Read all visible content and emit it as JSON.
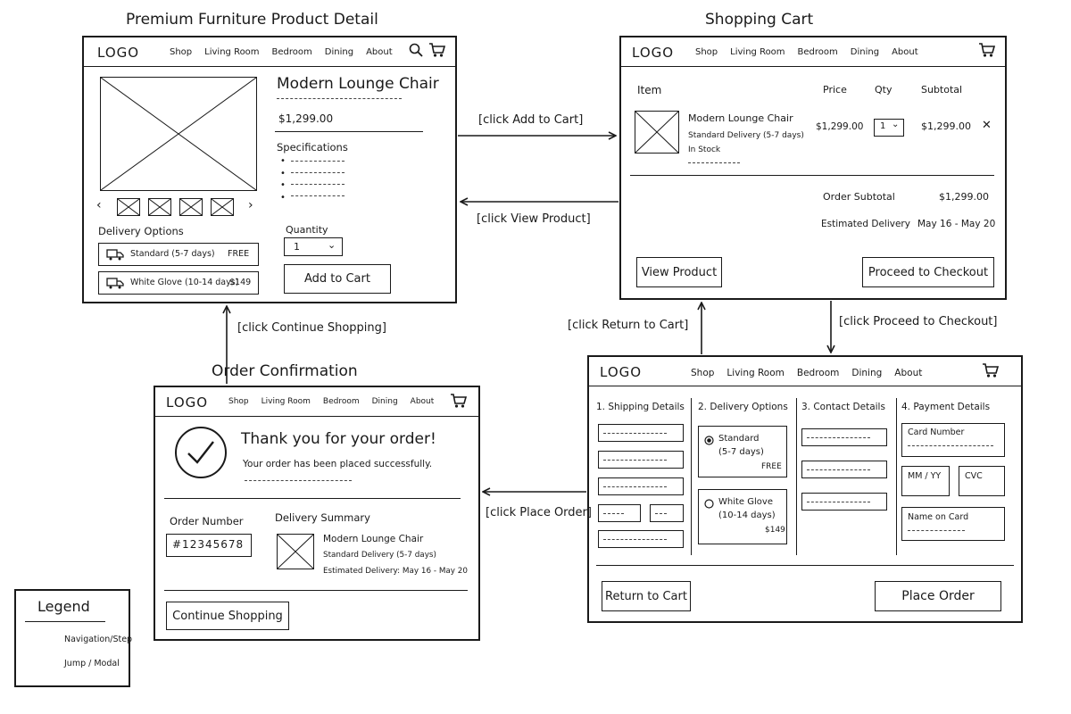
{
  "nav": {
    "logo": "LOGO",
    "links": [
      "Shop",
      "Living Room",
      "Bedroom",
      "Dining",
      "About"
    ]
  },
  "product": {
    "title": "Premium Furniture Product Detail",
    "name": "Modern Lounge Chair",
    "price": "$1,299.00",
    "specs_heading": "Specifications",
    "delivery_heading": "Delivery Options",
    "delivery_options": [
      {
        "label": "Standard (5-7 days)",
        "price": "FREE"
      },
      {
        "label": "White Glove (10-14 days)",
        "price": "$149"
      }
    ],
    "quantity_label": "Quantity",
    "quantity_value": "1",
    "add_to_cart": "Add to Cart"
  },
  "cart": {
    "title": "Shopping Cart",
    "headers": {
      "item": "Item",
      "price": "Price",
      "qty": "Qty",
      "subtotal": "Subtotal"
    },
    "item": {
      "name": "Modern Lounge Chair",
      "delivery": "Standard Delivery (5-7 days)",
      "stock": "In Stock",
      "price": "$1,299.00",
      "qty": "1",
      "subtotal": "$1,299.00",
      "remove": "✕"
    },
    "summary": {
      "subtotal_label": "Order Subtotal",
      "subtotal_value": "$1,299.00",
      "delivery_label": "Estimated Delivery",
      "delivery_value": "May 16 - May 20"
    },
    "view_product": "View Product",
    "proceed": "Proceed to Checkout"
  },
  "checkout": {
    "sections": [
      "1. Shipping Details",
      "2. Delivery Options",
      "3. Contact Details",
      "4. Payment Details"
    ],
    "standard": {
      "label": "Standard",
      "days": "(5-7 days)",
      "price": "FREE"
    },
    "white_glove": {
      "label": "White Glove",
      "days": "(10-14 days)",
      "price": "$149"
    },
    "card_number": "Card Number",
    "mm_yy": "MM / YY",
    "cvc": "CVC",
    "name_on_card": "Name on Card",
    "return_to_cart": "Return to Cart",
    "place_order": "Place Order"
  },
  "confirmation": {
    "title": "Order Confirmation",
    "thanks": "Thank you for your order!",
    "placed": "Your order has been placed successfully.",
    "order_number_label": "Order Number",
    "order_number": "#12345678",
    "delivery_summary_label": "Delivery Summary",
    "item_name": "Modern Lounge Chair",
    "item_delivery": "Standard Delivery (5-7 days)",
    "estimated": "Estimated Delivery: May 16 - May 20",
    "continue": "Continue Shopping"
  },
  "arrows": {
    "add_to_cart": "[click Add to Cart]",
    "view_product": "[click View Product]",
    "return_to_cart": "[click Return to Cart]",
    "proceed_to_checkout": "[click Proceed to Checkout]",
    "place_order": "[click Place Order]",
    "continue_shopping": "[click Continue Shopping]"
  },
  "legend": {
    "title": "Legend",
    "solid": "Navigation/Step",
    "dashed": "Jump / Modal"
  }
}
